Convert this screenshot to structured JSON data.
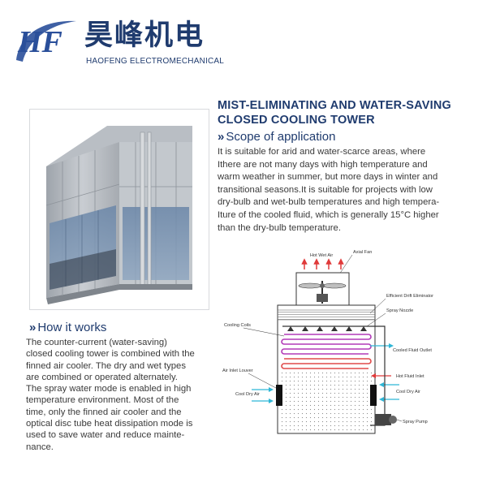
{
  "brand": {
    "logo_letters": "HF",
    "name_cn": "昊峰机电",
    "name_en": "HAOFENG ELECTROMECHANICAL"
  },
  "title": {
    "line1": "MIST-ELIMINATING AND WATER-SAVING",
    "line2": "CLOSED COOLING TOWER"
  },
  "scope": {
    "heading": "Scope of application",
    "lines": [
      "It is suitable for arid and water-scarce areas, where",
      "Ithere are not many days with high temperature and",
      "warm weather in summer, but more days in winter and",
      "transitional seasons.It is suitable for projects with low",
      "dry-bulb and wet-bulb temperatures and high tempera-",
      "Iture of the cooled fluid, which is generally 15°C higher",
      "than the dry-bulb temperature."
    ]
  },
  "how": {
    "heading": "How it works",
    "lines": [
      "The counter-current (water-saving)",
      "closed cooling tower is combined with the",
      "finned air cooler. The dry and wet types",
      "are combined or operated alternately.",
      "The spray water mode is enabled in high",
      "temperature environment. Most of the",
      "time, only the finned air cooler and the",
      "optical disc tube heat dissipation mode is",
      "used to save water and reduce mainte-",
      "nance."
    ]
  },
  "diagram": {
    "labels": {
      "axial_fan": "Axial Fan",
      "hot_wet_air": "Hot Wet Air",
      "drift_eliminator": "Efficient Drift Eliminator",
      "spray_nozzle": "Spray Nozzle",
      "cooling_coils": "Cooling Coils",
      "cooled_fluid_outlet": "Cooled Fluid Outlet",
      "air_inlet_louver": "Air Inlet Louver",
      "hot_fluid_inlet": "Hot Fluid Inlet",
      "cool_dry_air_left": "Cool Dry Air",
      "cool_dry_air_right": "Cool Dry Air",
      "spray_pump": "Spray Pump"
    },
    "colors": {
      "hot_arrow": "#e03a3a",
      "cool_arrow": "#2fb6d6",
      "coil_magenta": "#b23ab8",
      "coil_red": "#e04a4a"
    }
  },
  "colors": {
    "brand_blue": "#1f3b6e",
    "logo_blue": "#2a4f9a"
  }
}
